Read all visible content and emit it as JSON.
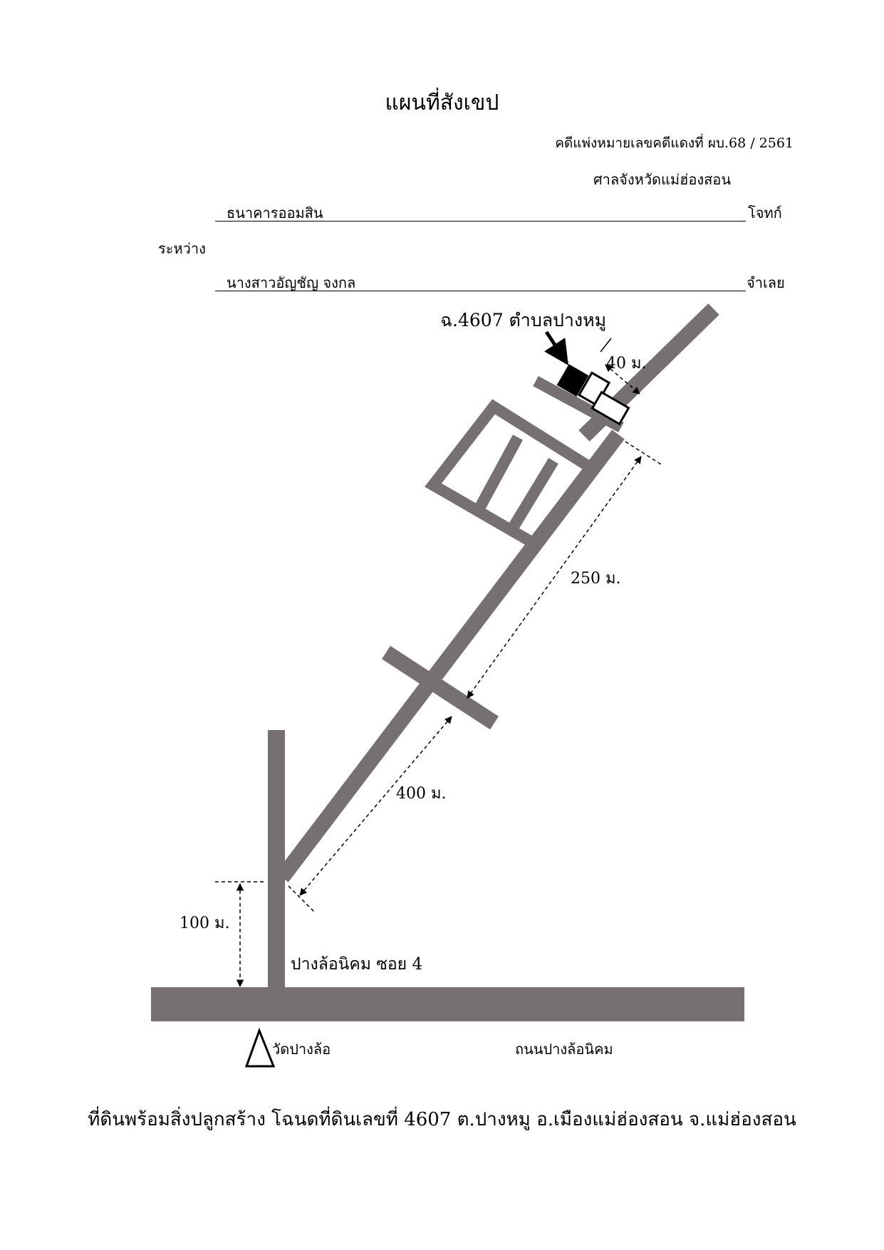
{
  "header": {
    "title": "แผนที่สังเขป",
    "case_number": "คดีแพ่งหมายเลขคดีแดงที่ ผบ.68 / 2561",
    "court": "ศาลจังหวัดแม่ฮ่องสอน",
    "plaintiff_name": "ธนาคารออมสิน",
    "plaintiff_role": "โจทก์",
    "between": "ระหว่าง",
    "defendant_name": "นางสาวอัญชัญ จงกล",
    "defendant_role": "จำเลย"
  },
  "map": {
    "parcel_label": "ฉ.4607 ตำบลปางหมู",
    "dist_40": "40 ม.",
    "dist_250": "250 ม.",
    "dist_400": "400 ม.",
    "dist_100": "100 ม.",
    "soi_label": "ปางล้อนิคม ซอย 4",
    "temple_label": "วัดปางล้อ",
    "main_road_label": "ถนนปางล้อนิคม",
    "colors": {
      "road": "#767070",
      "ink": "#000000",
      "paper": "#ffffff"
    }
  },
  "caption": "ที่ดินพร้อมสิ่งปลูกสร้าง โฉนดที่ดินเลขที่ 4607 ต.ปางหมู อ.เมืองแม่ฮ่องสอน จ.แม่ฮ่องสอน"
}
